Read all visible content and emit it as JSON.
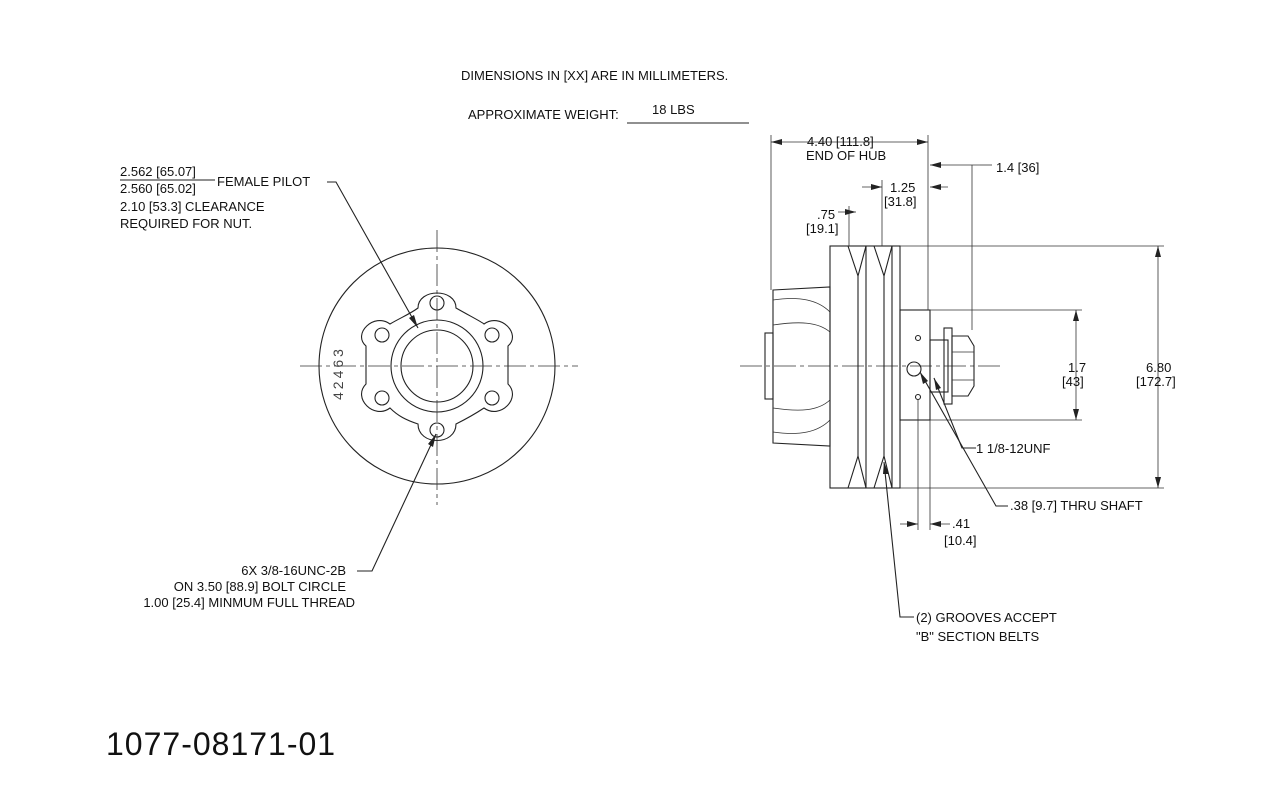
{
  "notes": {
    "dimensions_note": "DIMENSIONS IN [XX] ARE IN MILLIMETERS.",
    "weight_label": "APPROXIMATE WEIGHT:",
    "weight_value": "18 LBS"
  },
  "left_view": {
    "pilot_upper": "2.562 [65.07]",
    "pilot_lower": "2.560 [65.02]",
    "pilot_label": "FEMALE PILOT",
    "clearance_line1": "2.10 [53.3] CLEARANCE",
    "clearance_line2": "REQUIRED FOR NUT.",
    "stamp_number": "42463",
    "bolt_line1": "6X 3/8-16UNC-2B",
    "bolt_line2": "ON 3.50 [88.9] BOLT CIRCLE",
    "bolt_line3": "1.00 [25.4] MINMUM FULL THREAD"
  },
  "right_view": {
    "hub_dim": "4.40 [111.8]",
    "hub_label": "END OF HUB",
    "dim_1_4": "1.4 [36]",
    "dim_1_25_a": "1.25",
    "dim_1_25_b": "[31.8]",
    "dim_75_a": ".75",
    "dim_75_b": "[19.1]",
    "dim_1_7_a": "1.7",
    "dim_1_7_b": "[43]",
    "dim_6_80_a": "6.80",
    "dim_6_80_b": "[172.7]",
    "thread": "1 1/8-12UNF",
    "thru_shaft": ".38 [9.7] THRU SHAFT",
    "dim_41_a": ".41",
    "dim_41_b": "[10.4]",
    "grooves_line1": "(2) GROOVES ACCEPT",
    "grooves_line2": "\"B\" SECTION BELTS"
  },
  "part_number": "1077-08171-01"
}
